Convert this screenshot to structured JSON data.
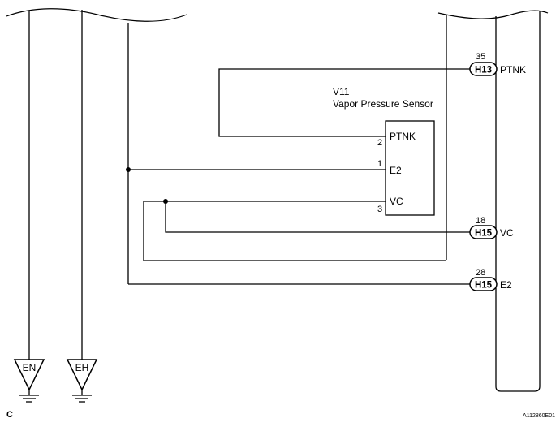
{
  "component": {
    "ref": "V11",
    "name": "Vapor Pressure Sensor",
    "pins": [
      {
        "number": "2",
        "name": "PTNK"
      },
      {
        "number": "1",
        "name": "E2"
      },
      {
        "number": "3",
        "name": "VC"
      }
    ]
  },
  "ecu_connectors": [
    {
      "connector": "H13",
      "pin": "35",
      "signal": "PTNK"
    },
    {
      "connector": "H15",
      "pin": "18",
      "signal": "VC"
    },
    {
      "connector": "H15",
      "pin": "28",
      "signal": "E2"
    }
  ],
  "grounds": [
    {
      "label": "EN"
    },
    {
      "label": "EH"
    }
  ],
  "corner_label": "C",
  "figure_id": "A112860E01"
}
